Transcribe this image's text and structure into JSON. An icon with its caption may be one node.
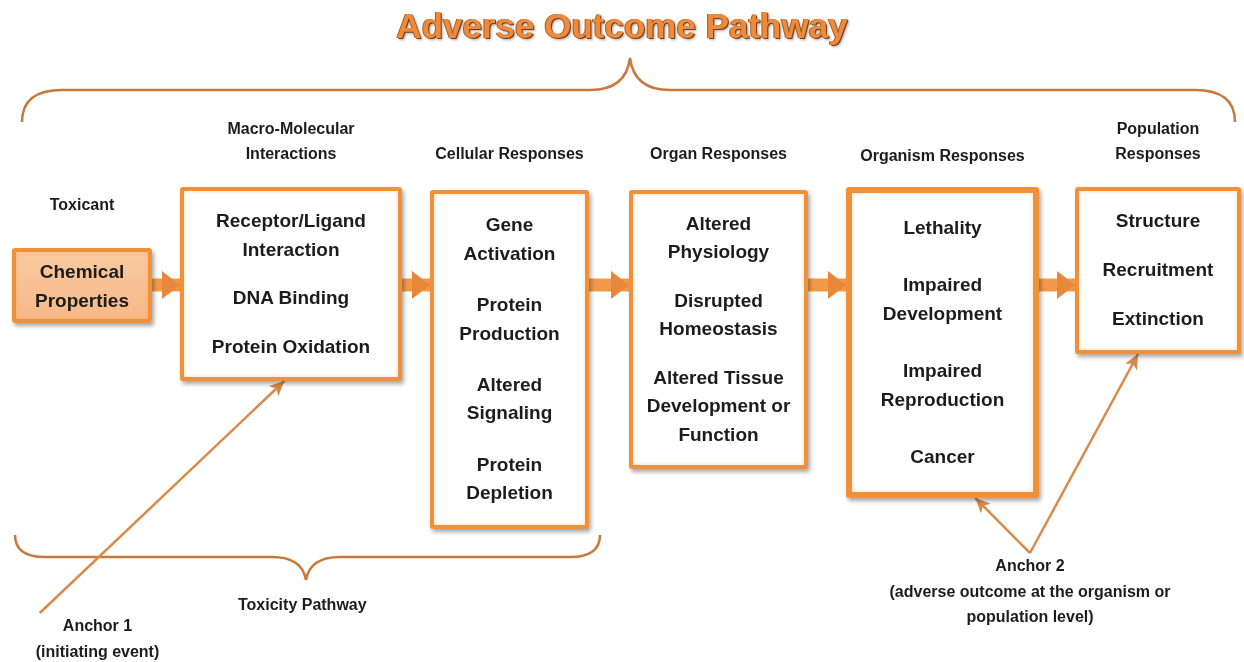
{
  "diagram": {
    "title": "Adverse Outcome Pathway",
    "nodes": [
      {
        "text": [
          "Toxicant",
          "Chemical Properties"
        ]
      },
      {
        "text": [
          "Macro-Molecular Interactions",
          "Receptor/Ligand Interaction",
          "DNA Binding",
          "Protein Oxidation"
        ]
      },
      {
        "text": [
          "Cellular Responses",
          "Gene Activation",
          "Protein Production",
          "Altered Signaling",
          "Protein Depletion"
        ]
      },
      {
        "text": [
          "Organ Responses",
          "Altered Physiology",
          "Disrupted Homeostasis",
          "Altered Tissue Development or Function"
        ]
      },
      {
        "text": [
          "Organism Responses",
          "Lethality",
          "Impaired Development",
          "Impaired Reproduction",
          "Cancer"
        ]
      },
      {
        "text": [
          "Population Responses",
          "Structure",
          "Recruitment",
          "Extinction"
        ]
      },
      {
        "text": [
          "Anchor 1",
          "(initiating event)"
        ]
      },
      {
        "text": [
          "Anchor 2",
          "(adverse outcome at the organism or population level)"
        ]
      }
    ],
    "edges": [
      {
        "from": 0,
        "to": 1,
        "arrow": "to"
      },
      {
        "from": 1,
        "to": 2,
        "arrow": "to"
      },
      {
        "from": 2,
        "to": 3,
        "arrow": "to"
      },
      {
        "from": 3,
        "to": 4,
        "arrow": "to"
      },
      {
        "from": 4,
        "to": 5,
        "arrow": "to"
      },
      {
        "from": 6,
        "to": 1,
        "arrow": "to"
      },
      {
        "from": 7,
        "to": 4,
        "arrow": "to"
      },
      {
        "from": 7,
        "to": 5,
        "arrow": "to"
      }
    ],
    "labels": [
      "Toxicity Pathway"
    ]
  }
}
